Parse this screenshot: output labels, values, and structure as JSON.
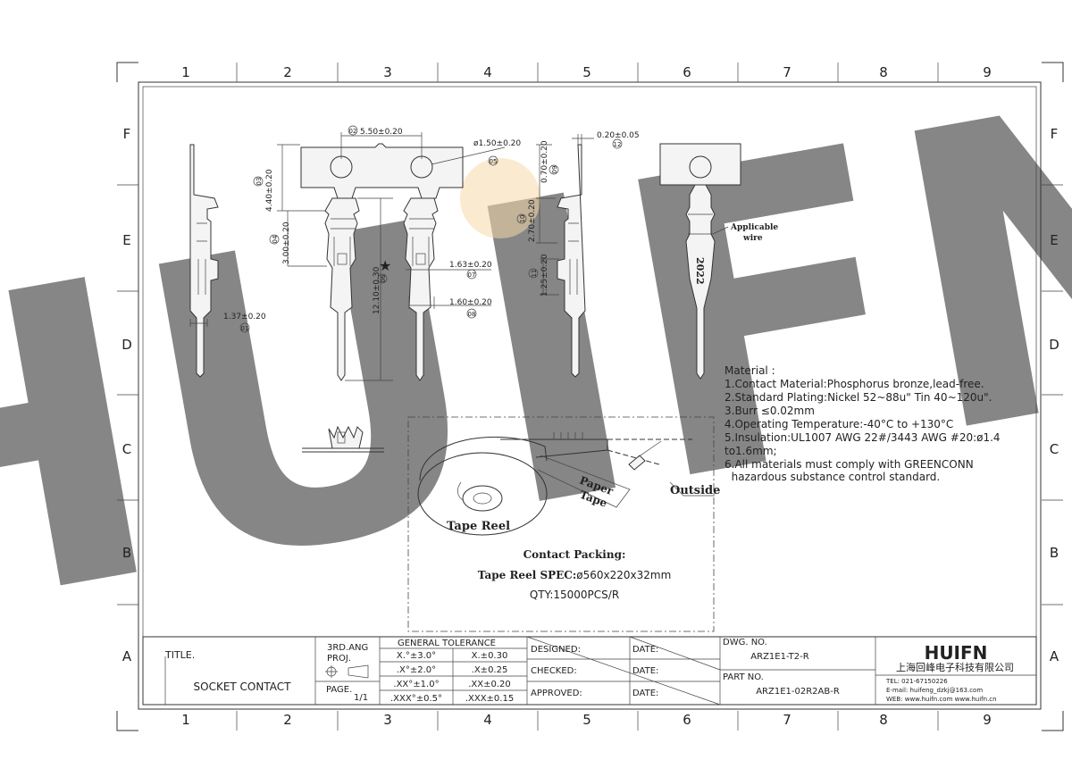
{
  "colors": {
    "watermark": "#c9d3ea",
    "watermark_dot": "#f5d9a8",
    "line": "#333333"
  },
  "grid": {
    "columns": [
      "1",
      "2",
      "3",
      "4",
      "5",
      "6",
      "7",
      "8",
      "9"
    ],
    "rows": [
      "F",
      "E",
      "D",
      "C",
      "B",
      "A"
    ]
  },
  "dimensions": {
    "d02": "5.50±0.20",
    "d03": "4.40±0.20",
    "d04": "3.00±0.20",
    "d05": "ø1.50±0.20",
    "d06": "12.10±0.30",
    "d07": "1.63±0.20",
    "d08": "1.60±0.20",
    "d01": "1.37±0.20",
    "d12": "0.20±0.05",
    "d09": "0.70±0.20",
    "d10": "2.70±0.20",
    "d11": "1.25±0.20"
  },
  "balloons": {
    "b01": "01",
    "b02": "02",
    "b03": "03",
    "b04": "04",
    "b05": "05",
    "b06": "06",
    "b07": "07",
    "b08": "08",
    "b09": "09",
    "b10": "10",
    "b11": "11",
    "b12": "12"
  },
  "callouts": {
    "applicable": "Applicable",
    "wire": "wire",
    "awg": "2022"
  },
  "material": {
    "heading": "Material :",
    "lines": [
      "1.Contact Material:Phosphorus bronze,lead-free.",
      "2.Standard Plating:Nickel 52~88u\" Tin 40~120u\".",
      "3.Burr ≤0.02mm",
      "4.Operating Temperature:-40°C to +130°C",
      "5.Insulation:UL1007 AWG 22#/3443 AWG #20:ø1.4",
      "to1.6mm;",
      "6.All materials must comply with GREENCONN",
      "  hazardous substance control standard."
    ]
  },
  "packing": {
    "tape_reel": "Tape Reel",
    "paper": "Paper",
    "tape": "Tape",
    "outside": "Outside",
    "title": "Contact Packing:",
    "spec_label": "Tape Reel SPEC:",
    "spec_value": "ø560x220x32mm",
    "qty": "QTY:15000PCS/R"
  },
  "title_block": {
    "title_label": "TITLE.",
    "title_value": "SOCKET CONTACT",
    "proj_1": "3RD.ANG",
    "proj_2": "PROJ.",
    "page_label": "PAGE.",
    "page_value": "1/1",
    "tol_header": "GENERAL TOLERANCE",
    "tol": [
      [
        "X.°±3.0°",
        "X.±0.30"
      ],
      [
        ".X°±2.0°",
        ".X±0.25"
      ],
      [
        ".XX°±1.0°",
        ".XX±0.20"
      ],
      [
        ".XXX°±0.5°",
        ".XXX±0.15"
      ]
    ],
    "designed": "DESIGNED:",
    "checked": "CHECKED:",
    "approved": "APPROVED:",
    "date": "DATE:",
    "dwg_label": "DWG. NO.",
    "dwg_value": "ARZ1E1-T2-R",
    "part_label": "PART NO.",
    "part_value": "ARZ1E1-02R2AB-R",
    "logo": "HUIFN",
    "company": "上海回峰电子科技有限公司",
    "tel": "TEL: 021-67150226",
    "email": "E-mail: huifeng_dzkj@163.com",
    "web": "WEB: www.huifn.com  www.huifn.cn"
  },
  "watermark": "HUIFN"
}
